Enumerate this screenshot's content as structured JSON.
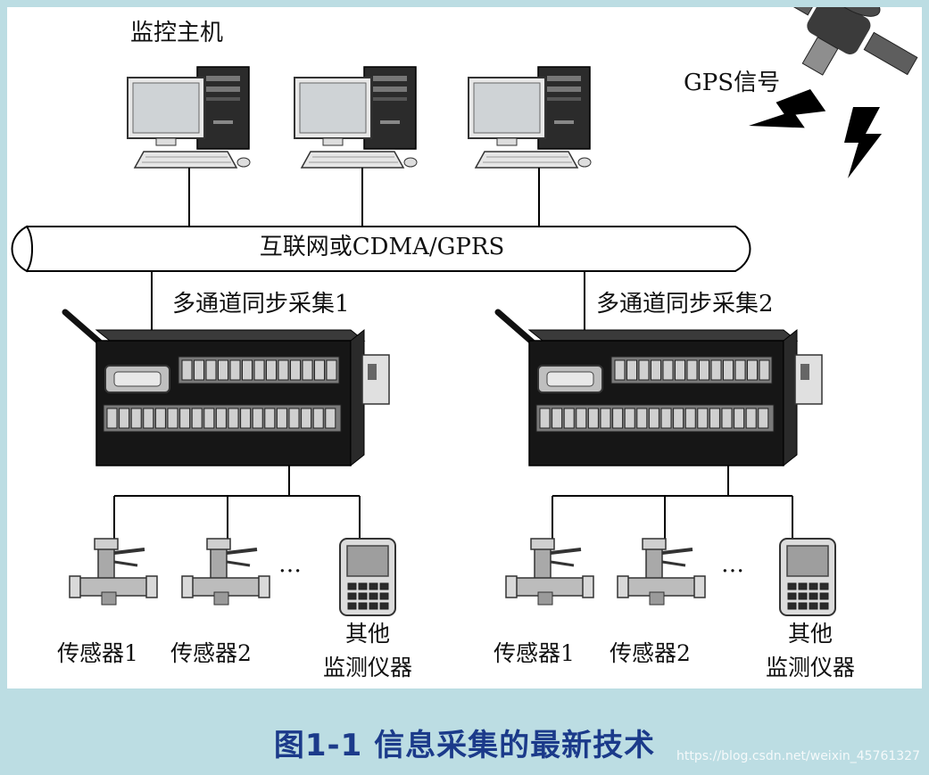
{
  "figure": {
    "caption": "图1-1  信息采集的最新技术",
    "watermark": "https://blog.csdn.net/weixin_45761327"
  },
  "labels": {
    "monitor_host": "监控主机",
    "gps_signal": "GPS信号",
    "network": "互联网或CDMA/GPRS",
    "collector_1": "多通道同步采集1",
    "collector_2": "多通道同步采集2",
    "ellipsis": "…",
    "group_1": {
      "sensor_a": "传感器1",
      "sensor_b": "传感器2",
      "other_line1": "其他",
      "other_line2": "监测仪器"
    },
    "group_2": {
      "sensor_a": "传感器1",
      "sensor_b": "传感器2",
      "other_line1": "其他",
      "other_line2": "监测仪器"
    }
  },
  "colors": {
    "background": "#bcdde3",
    "canvas": "#ffffff",
    "caption": "#1b3a8a"
  },
  "icons": [
    "computer-icon",
    "satellite-icon",
    "lightning-icon",
    "data-logger-icon",
    "valve-sensor-icon",
    "handheld-meter-icon"
  ]
}
